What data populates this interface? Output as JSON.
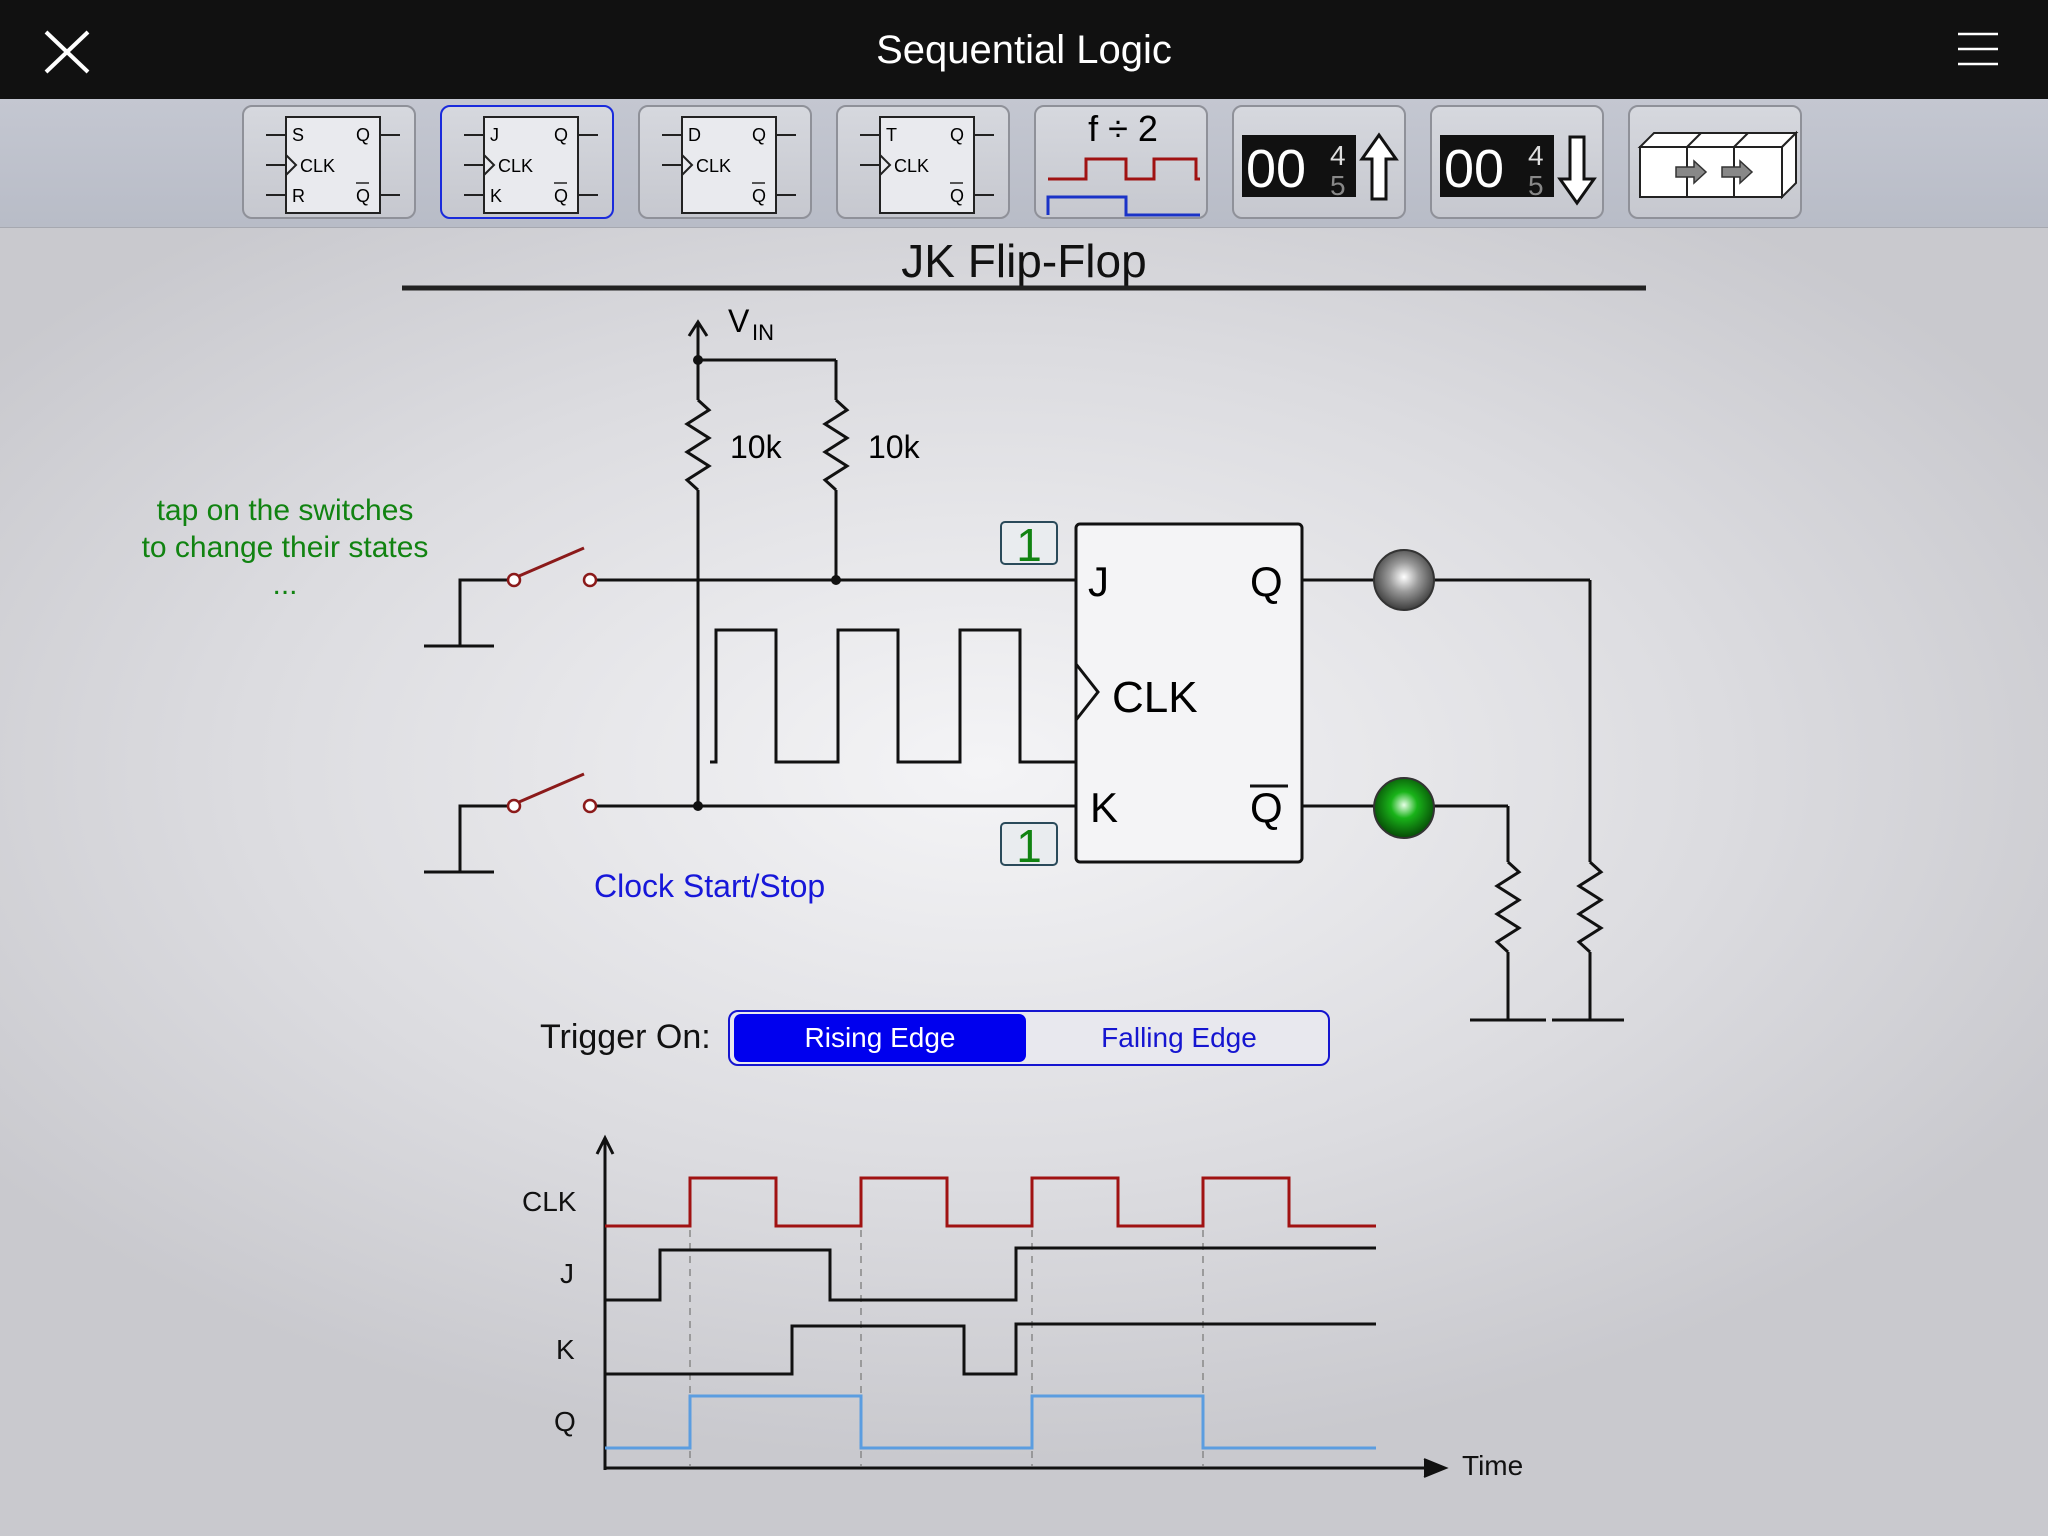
{
  "header": {
    "title": "Sequential Logic"
  },
  "toolbar": {
    "tools": [
      {
        "pins": [
          "S",
          "Q",
          "CLK",
          "R",
          "Q"
        ],
        "active": false
      },
      {
        "pins": [
          "J",
          "Q",
          "CLK",
          "K",
          "Q"
        ],
        "active": true
      },
      {
        "pins": [
          "D",
          "Q",
          "CLK",
          "Q"
        ],
        "active": false
      },
      {
        "pins": [
          "T",
          "Q",
          "CLK",
          "Q"
        ],
        "active": false
      },
      {
        "label": "f ÷ 2"
      },
      {
        "digits": "00",
        "roll_top": "4",
        "roll_bottom": "5",
        "arrow": "up"
      },
      {
        "digits": "00",
        "roll_top": "4",
        "roll_bottom": "5",
        "arrow": "down"
      },
      {
        "icon": "shift-register-icon"
      }
    ]
  },
  "page_title": "JK Flip-Flop",
  "circuit": {
    "vin_label": "V",
    "vin_sub": "IN",
    "resistor1": "10k",
    "resistor2": "10k",
    "hint": "tap on the switches to change their states ...",
    "j_value": "1",
    "k_value": "1",
    "pin_j": "J",
    "pin_q": "Q",
    "pin_clk": "CLK",
    "pin_k": "K",
    "pin_qbar": "Q",
    "clock_toggle": "Clock Start/Stop",
    "colors": {
      "q_led": "#9a9a9a",
      "qbar_led": "#19b319",
      "switch": "#8b1a1a",
      "hint": "#118311",
      "link": "#1717d9"
    }
  },
  "trigger": {
    "label": "Trigger On:",
    "options": [
      "Rising Edge",
      "Falling Edge"
    ],
    "selected": "Rising Edge"
  },
  "timing": {
    "signals": [
      "CLK",
      "J",
      "K",
      "Q"
    ],
    "x_label": "Time",
    "colors": {
      "CLK": "#a01212",
      "J": "#111111",
      "K": "#111111",
      "Q": "#5b9de0"
    }
  }
}
